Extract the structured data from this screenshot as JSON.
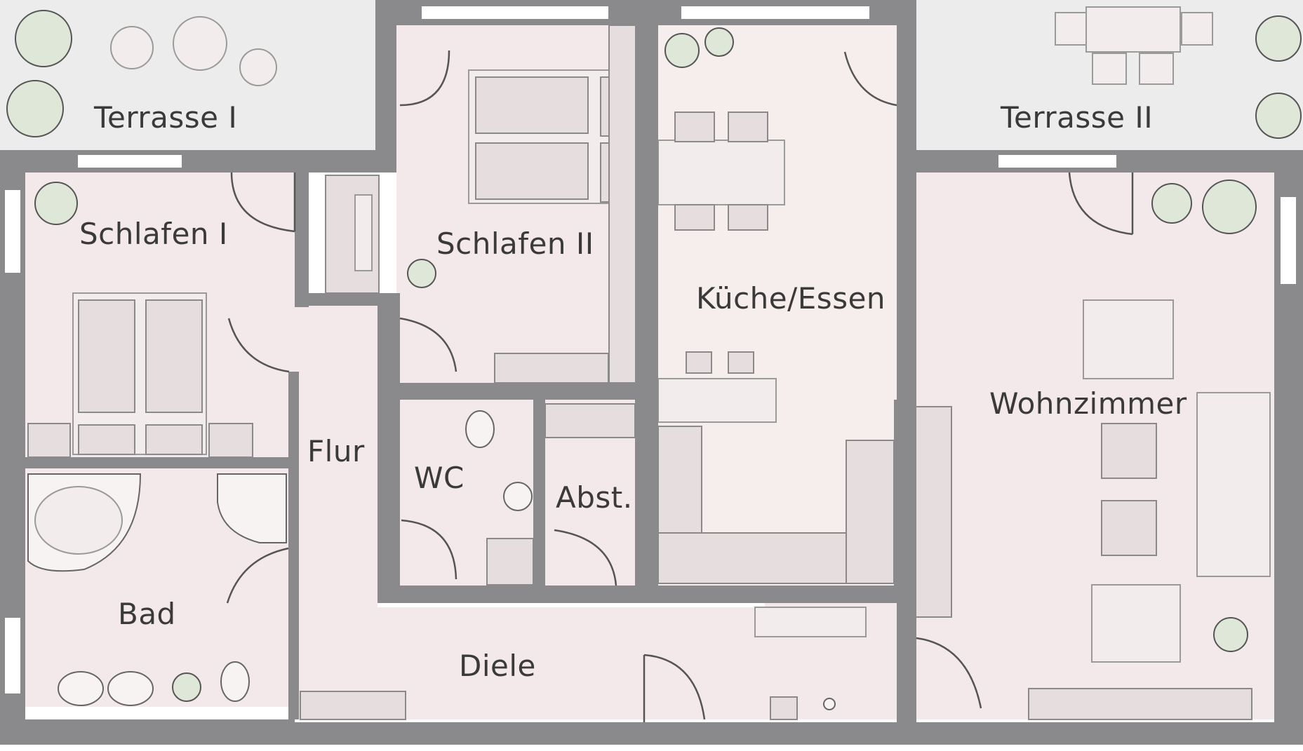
{
  "plan": {
    "rooms": {
      "terrace_1": "Terrasse I",
      "terrace_2": "Terrasse II",
      "bedroom_1": "Schlafen I",
      "bedroom_2": "Schlafen II",
      "kitchen": "Küche/Essen",
      "living": "Wohnzimmer",
      "hall": "Flur",
      "wc": "WC",
      "storage": "Abst.",
      "bath": "Bad",
      "entry": "Diele"
    },
    "colors": {
      "wall": "#8a8a8c",
      "floor": "#f3e9ea",
      "terrace": "#ececec",
      "plant": "#dfe8d8"
    }
  }
}
